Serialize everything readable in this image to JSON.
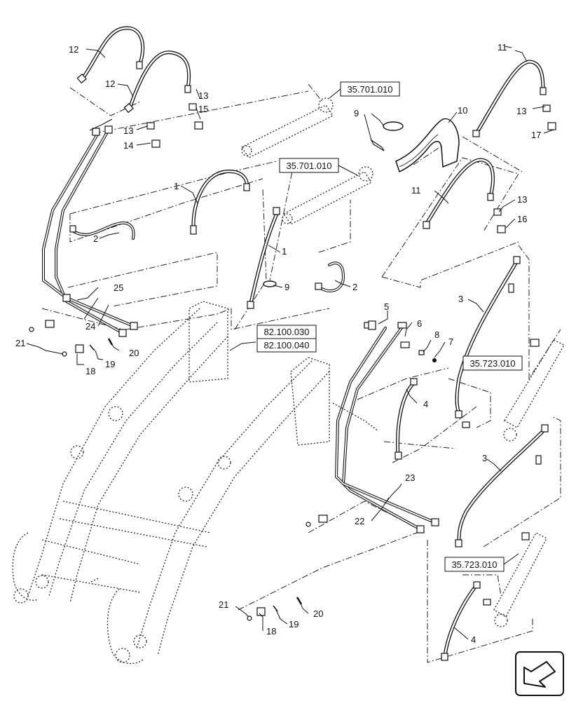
{
  "callouts": {
    "c1a": "1",
    "c1b": "1",
    "c2a": "2",
    "c2b": "2",
    "c3a": "3",
    "c3b": "3",
    "c4a": "4",
    "c4b": "4",
    "c5": "5",
    "c6": "6",
    "c7": "7",
    "c8": "8",
    "c9a": "9",
    "c9b": "9",
    "c10": "10",
    "c11a": "11",
    "c11b": "11",
    "c12a": "12",
    "c12b": "12",
    "c13a": "13",
    "c13b": "13",
    "c13c": "13",
    "c13d": "13",
    "c14": "14",
    "c15": "15",
    "c16": "16",
    "c17": "17",
    "c18a": "18",
    "c18b": "18",
    "c19a": "19",
    "c19b": "19",
    "c20a": "20",
    "c20b": "20",
    "c21a": "21",
    "c21b": "21",
    "c22": "22",
    "c23": "23",
    "c24": "24",
    "c25": "25"
  },
  "references": {
    "ref_cyl_top": "35.701.010",
    "ref_cyl_mid": "35.701.010",
    "ref_frame_a": "82.100.030",
    "ref_frame_b": "82.100.040",
    "ref_tilt_top": "35.723.010",
    "ref_tilt_bot": "35.723.010"
  },
  "icons": {
    "corner": "view-direction-arrow-icon"
  }
}
